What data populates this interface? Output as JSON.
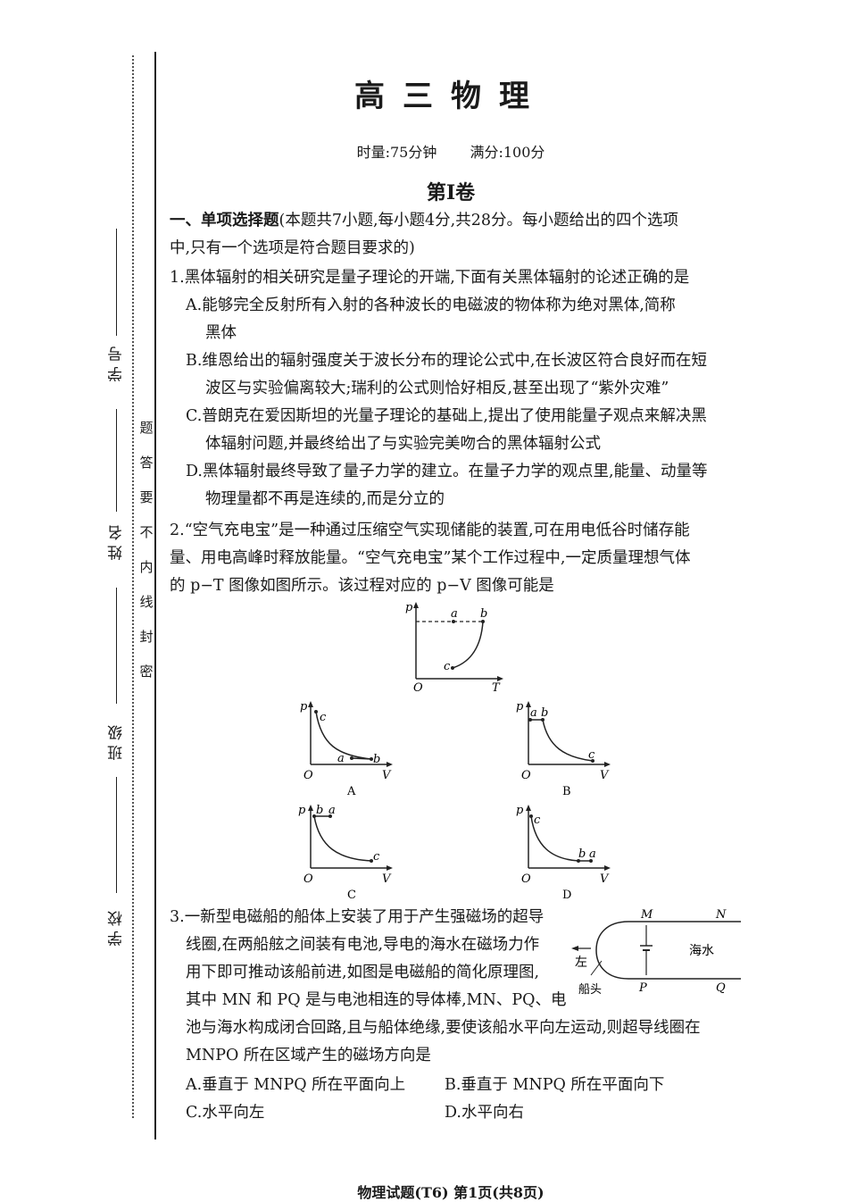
{
  "sidebar": {
    "label_student_id": "学 号",
    "label_name": "姓 名",
    "label_class": "班 级",
    "label_school": "学 校",
    "seal_chars": [
      "题",
      "答",
      "要",
      "不",
      "内",
      "线",
      "封",
      "密"
    ]
  },
  "header": {
    "title": "高三物理",
    "duration": "时量:75分钟",
    "full_score": "满分:100分",
    "volume": "第Ⅰ卷"
  },
  "section1": {
    "heading": "一、单项选择题",
    "heading_note": "(本题共7小题,每小题4分,共28分。每小题给出的四个选项",
    "heading_note2": "中,只有一个选项是符合题目要求的)"
  },
  "q1": {
    "stem": "1.黑体辐射的相关研究是量子理论的开端,下面有关黑体辐射的论述正确的是",
    "A1": "A.能够完全反射所有入射的各种波长的电磁波的物体称为绝对黑体,简称",
    "A2": "黑体",
    "B1": "B.维恩给出的辐射强度关于波长分布的理论公式中,在长波区符合良好而在短",
    "B2": "波区与实验偏离较大;瑞利的公式则恰好相反,甚至出现了“紫外灾难”",
    "C1": "C.普朗克在爱因斯坦的光量子理论的基础上,提出了使用能量子观点来解决黑",
    "C2": "体辐射问题,并最终给出了与实验完美吻合的黑体辐射公式",
    "D1": "D.黑体辐射最终导致了量子力学的建立。在量子力学的观点里,能量、动量等",
    "D2": "物理量都不再是连续的,而是分立的"
  },
  "q2": {
    "line1": "2.“空气充电宝”是一种通过压缩空气实现储能的装置,可在用电低谷时储存能",
    "line2": "量、用电高峰时释放能量。“空气充电宝”某个工作过程中,一定质量理想气体",
    "line3": "的 p−T 图像如图所示。该过程对应的 p−V 图像可能是",
    "graph_labels": {
      "p": "p",
      "T": "T",
      "V": "V",
      "O": "O",
      "a": "a",
      "b": "b",
      "c": "c"
    },
    "options": [
      "A",
      "B",
      "C",
      "D"
    ]
  },
  "q3": {
    "line1": "3.一新型电磁船的船体上安装了用于产生强磁场的超导",
    "line2": "线圈,在两船舷之间装有电池,导电的海水在磁场力作",
    "line3": "用下即可推动该船前进,如图是电磁船的简化原理图,",
    "line4": "其中 MN 和 PQ 是与电池相连的导体棒,MN、PQ、电",
    "line5": "池与海水构成闭合回路,且与船体绝缘,要使该船水平向左运动,则超导线圈在",
    "line6": "MNPO 所在区域产生的磁场方向是",
    "optA": "A.垂直于 MNPQ 所在平面向上",
    "optB": "B.垂直于 MNPQ 所在平面向下",
    "optC": "C.水平向左",
    "optD": "D.水平向右",
    "fig": {
      "M": "M",
      "N": "N",
      "P": "P",
      "Q": "Q",
      "seawater": "海水",
      "left": "左",
      "bow": "船头"
    }
  },
  "footer": {
    "text": "物理试题(T6) 第1页(共8页)"
  }
}
